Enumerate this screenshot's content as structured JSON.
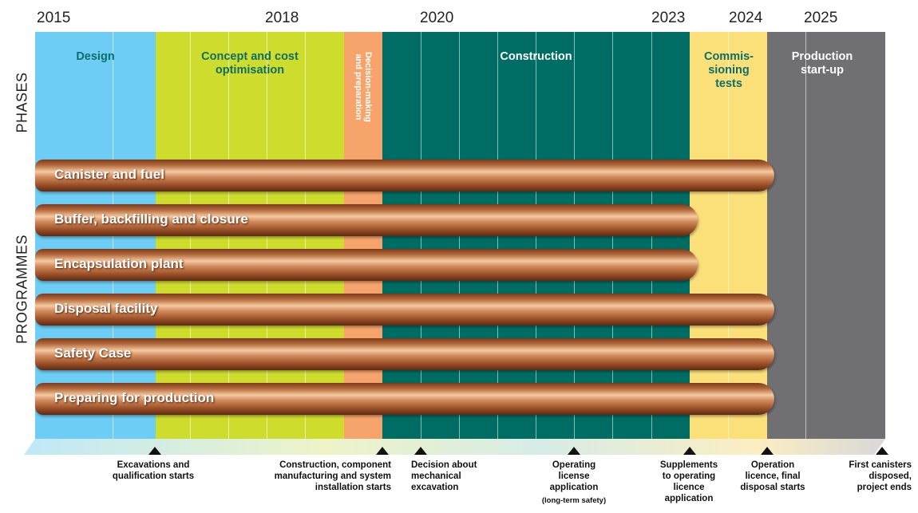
{
  "years": [
    "2015",
    "2018",
    "2020",
    "2023",
    "2024",
    "2025"
  ],
  "side_labels": {
    "phases": "PHASES",
    "programmes": "PROGRAMMES"
  },
  "phases": [
    {
      "label": "Design",
      "color": "#6dcdf5",
      "text_color": "#0e6e6a"
    },
    {
      "label": "Concept and cost optimisation",
      "color": "#cddc2d",
      "text_color": "#0e6e6a"
    },
    {
      "label": "Decision-making and preparation",
      "color": "#f7a46c",
      "text_color": "#ffffff"
    },
    {
      "label": "Construction",
      "color": "#006d64",
      "text_color": "#ffffff"
    },
    {
      "label": "Commis-sioning tests",
      "color": "#fbe07a",
      "text_color": "#0e6e6a"
    },
    {
      "label": "Production start-up",
      "color": "#707073",
      "text_color": "#ffffff"
    }
  ],
  "programmes": [
    "Canister and fuel",
    "Buffer, backfilling and closure",
    "Encapsulation plant",
    "Disposal facility",
    "Safety Case",
    "Preparing for production"
  ],
  "milestones": [
    {
      "line1": "Excavations and",
      "line2": "qualification starts"
    },
    {
      "line1": "Construction, component",
      "line2": "manufacturing and system",
      "line3": "installation starts"
    },
    {
      "line1": "Decision about",
      "line2": "mechanical",
      "line3": "excavation"
    },
    {
      "line1": "Operating",
      "line2": "license",
      "line3": "application",
      "note": "(long-term safety)"
    },
    {
      "line1": "Supplements",
      "line2": "to operating",
      "line3": "licence",
      "line4": "application"
    },
    {
      "line1": "Operation",
      "line2": "licence, final",
      "line3": "disposal starts"
    },
    {
      "line1": "First canisters",
      "line2": "disposed,",
      "line3": "project ends"
    }
  ]
}
